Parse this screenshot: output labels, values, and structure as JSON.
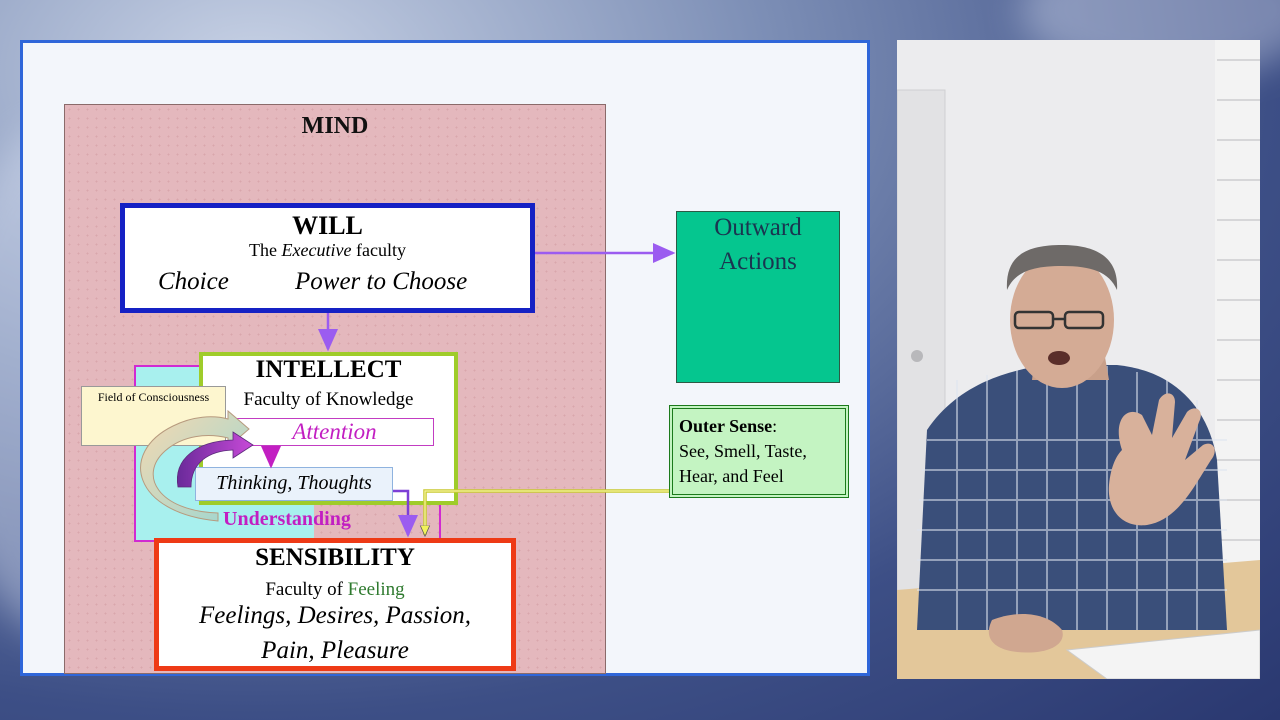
{
  "diagram": {
    "mind_title": "MIND",
    "will": {
      "title": "WILL",
      "subtitle_pre": "The ",
      "subtitle_em": "Executive",
      "subtitle_post": " faculty",
      "choice": "Choice",
      "power": "Power to Choose"
    },
    "intellect": {
      "title": "INTELLECT",
      "subtitle": "Faculty of Knowledge",
      "attention": "Attention"
    },
    "field_of_consciousness": "Field of Consciousness",
    "thinking": "Thinking, Thoughts",
    "understanding": "Understanding",
    "sensibility": {
      "title": "SENSIBILITY",
      "subtitle_pre": "Faculty of ",
      "subtitle_feeling": "Feeling",
      "line1": "Feelings, Desires, Passion,",
      "line2": "Pain, Pleasure"
    },
    "outward": {
      "line1": "Outward",
      "line2": "Actions"
    },
    "outer_sense": {
      "title": "Outer Sense",
      "colon": ":",
      "line1": "See, Smell, Taste,",
      "line2": "Hear, and Feel"
    }
  },
  "colors": {
    "will_border": "#1521c4",
    "intellect_border": "#9fcc2a",
    "sensibility_border": "#ee3a16",
    "attention_magenta": "#c21fc2",
    "arrow_purple": "#9b5cf0",
    "outward_green": "#05c68f"
  }
}
